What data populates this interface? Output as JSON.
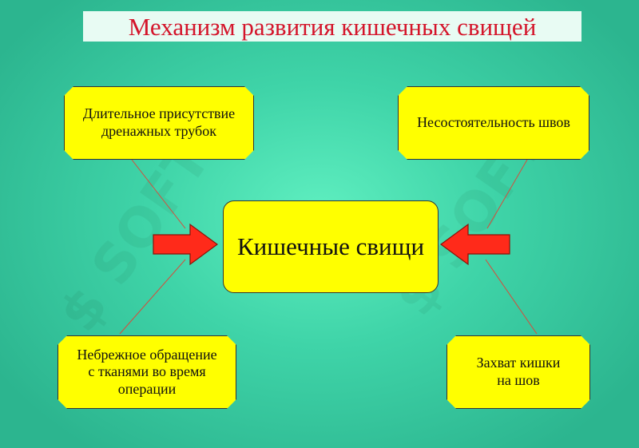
{
  "title": "Механизм развития кишечных свищей",
  "center": "Кишечные свищи",
  "causes": {
    "top_left": "Длительное присутствие\nдренажных трубок",
    "top_right": "Несостоятельность швов",
    "bottom_left": "Небрежное обращение\nс тканями  во время\nоперации",
    "bottom_right": "Захват кишки\nна шов"
  },
  "colors": {
    "background": "#3fd4a8",
    "box_fill": "#ffff00",
    "title_text": "#d4142a",
    "arrow_fill": "#ff2a1a",
    "connector": "#d84a3a"
  }
}
